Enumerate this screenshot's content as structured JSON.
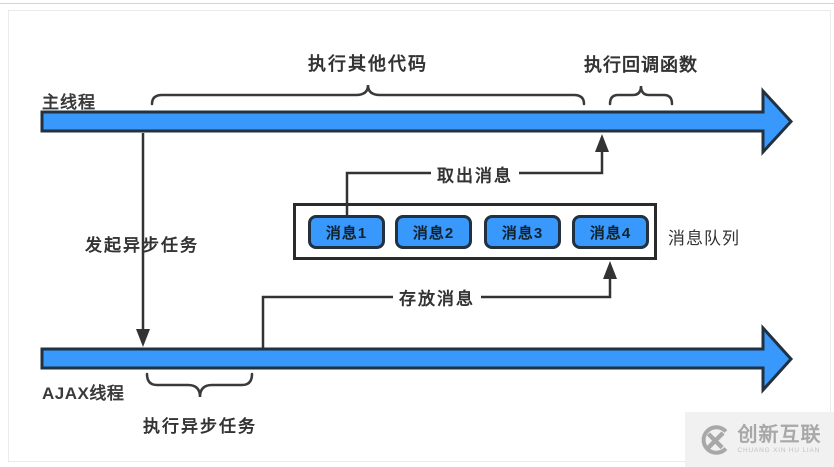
{
  "diagram": {
    "threads": {
      "main_label": "主线程",
      "ajax_label": "AJAX线程"
    },
    "phases": {
      "execute_other_code": "执行其他代码",
      "execute_callback": "执行回调函数",
      "execute_async_task": "执行异步任务"
    },
    "actions": {
      "initiate_async_task": "发起异步任务",
      "take_message": "取出消息",
      "store_message": "存放消息"
    },
    "queue": {
      "label": "消息队列",
      "messages": [
        "消息1",
        "消息2",
        "消息3",
        "消息4"
      ]
    },
    "colors": {
      "arrow_fill": "#3898fc",
      "arrow_border": "#22313f",
      "line_dark": "#333333",
      "watermark_gray": "#a8a8a8"
    }
  },
  "watermark": {
    "brand": "创新互联",
    "subtext": "CHUANG XIN HU LIAN"
  }
}
